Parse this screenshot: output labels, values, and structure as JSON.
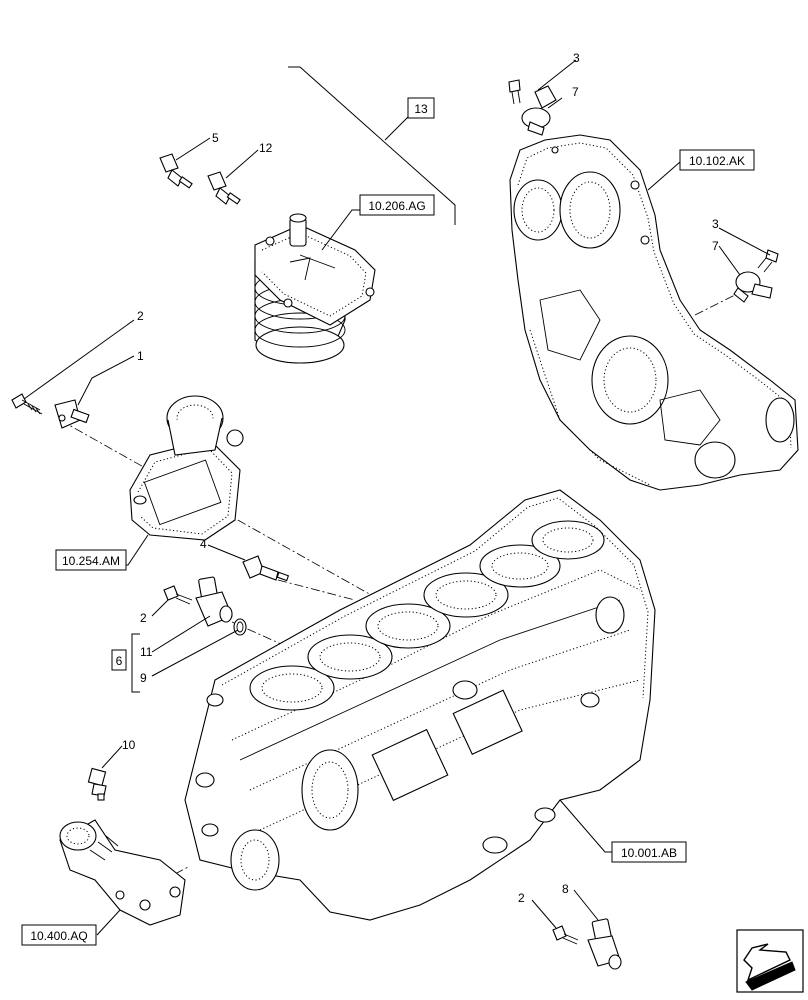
{
  "diagram": {
    "references": {
      "r13": "13",
      "r10206AG": "10.206.AG",
      "r10102AK": "10.102.AK",
      "r10254AM": "10.254.AM",
      "r10001AB": "10.001.AB",
      "r10400AQ": "10.400.AQ",
      "r6": "6"
    },
    "callouts": {
      "c1": "1",
      "c2a": "2",
      "c2b": "2",
      "c2c": "2",
      "c3a": "3",
      "c3b": "3",
      "c4": "4",
      "c5": "5",
      "c7a": "7",
      "c7b": "7",
      "c8": "8",
      "c9": "9",
      "c10": "10",
      "c11": "11",
      "c12": "12"
    }
  }
}
